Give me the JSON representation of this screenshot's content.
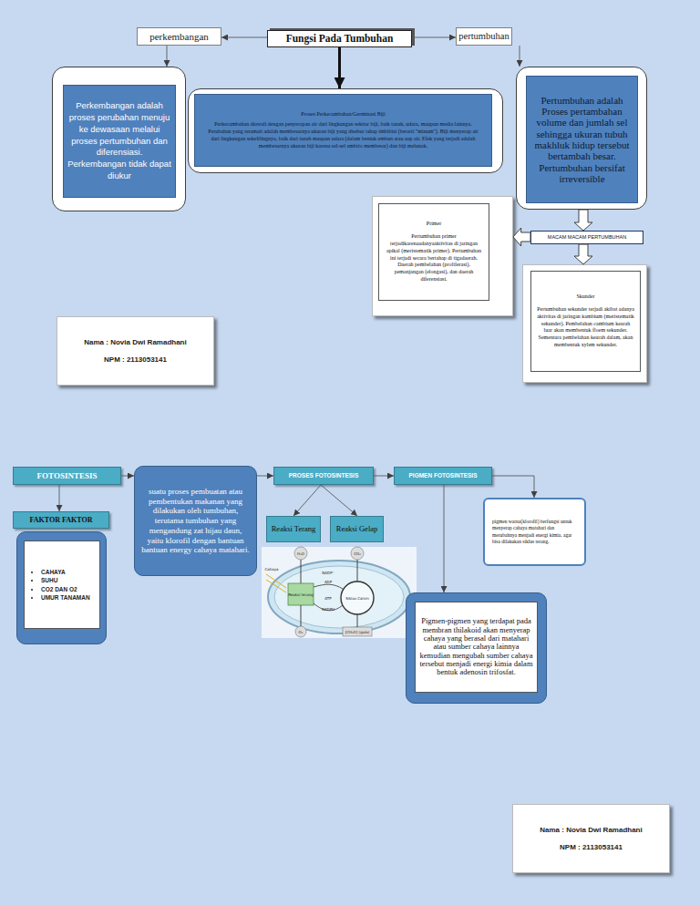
{
  "diagram": {
    "nodes": [
      {
        "text": [
          "perkembangan"
        ]
      },
      {
        "text": [
          "Fungsi Pada Tumbuhan"
        ]
      },
      {
        "text": [
          "pertumbuhan"
        ]
      },
      {
        "text": [
          "Perkembangan adalah proses perubahan menuju ke dewasaan melalui proses pertumbuhan dan diferensiasi. Perkembangan tidak dapat diukur"
        ]
      },
      {
        "text": [
          "Proses Perkecambahan/Germinasi Biji",
          "Perkecambahan diawali dengan penyerapan air dari lingkungan sekitar biji, baik tanah, udara, maupun media lainnya. Perubahan yang teramati adalah membesarnya ukuran biji yang disebut tahap imbibisi (berarti \"minum\"). Biji menyerap air dari lingkungan sekelilingnya, baik dari tanah maupun udara (dalam bentuk embun atau uap air. Efek yang terjadi adalah membesarnya ukuran biji karena sel-sel embrio membesar) dan biji melunak."
        ]
      },
      {
        "text": [
          "Pertumbuhan adalah Proses pertambahan volume dan jumlah sel sehingga ukuran tubuh makhluk hidup tersebut bertambah besar. Pertumbuhan bersifat irreversible"
        ]
      },
      {
        "text": [
          "Primer",
          "Pertumbuhan primer terjadikarenaadanyaaktivitas di jaringan apikal (meristematik primer). Pertumbuhan ini terjadi secara bertahap di tigadaerah. Daerah pembelahan (proliferasi), pemanjangan (elongasi), dan daerah diferensiasi."
        ]
      },
      {
        "text": [
          "MACAM MACAM PERTUMBUHAN"
        ]
      },
      {
        "text": [
          "Skunder",
          "Pertumbuhan sekunder terjadi akibat adanya aktivitas di jaringan kambium (meristematik sekunder). Pembelahan cambium kearah luar akan membentuk floem sekunder. Sementara pembelahan kearah dalam, akan membentuk xylem sekunder."
        ]
      },
      {
        "text": [
          "Nama : Novia Dwi Ramadhani",
          "NPM : 2113053141"
        ]
      },
      {
        "text": [
          "FOTOSINTESIS"
        ]
      },
      {
        "text": [
          "suatu proses pembuatan atau pembentukan makanan yang dilakukan oleh tumbuhan, terutama tumbuhan yang mengandung zat hijau daun, yaitu klorofil dengan bantuan bantuan energy cahaya matahari."
        ]
      },
      {
        "text": [
          "PROSES FOTOSINTESIS"
        ]
      },
      {
        "text": [
          "PIGMEN FOTOSINTESIS"
        ]
      },
      {
        "text": [
          "FAKTOR FAKTOR"
        ]
      },
      {
        "text": [
          "Reaksi Terang"
        ]
      },
      {
        "text": [
          "Reaksi Gelap"
        ]
      },
      {
        "text": [
          "pigmen warna(klorofil) berfungsi untuk menyerap cahaya matahari dan merubahnya menjadi energi kimia. agar bisa dilakukan siklus terang."
        ]
      },
      {
        "text": [
          "CAHAYA",
          "SUHU",
          "CO2 DAN O2",
          "UMUR TANAMAN"
        ]
      },
      {
        "text": [
          "Pigmen-pigmen yang terdapat pada membran thilakoid akan menyerap cahaya yang berasal dari matahari atau sumber cahaya lainnya kemudian mengubah sumber cahaya tersebut menjadi energi kimia dalam bentuk adenosin trifosfat."
        ]
      },
      {
        "text": [
          "Nama : Novia Dwi Ramadhani",
          "NPM : 2113053141"
        ]
      }
    ],
    "edges": [
      {
        "from": 1,
        "to": 0,
        "arrow": "to"
      },
      {
        "from": 1,
        "to": 2,
        "arrow": "to"
      },
      {
        "from": 1,
        "to": 4,
        "arrow": "to"
      },
      {
        "from": 0,
        "to": 3,
        "arrow": "to"
      },
      {
        "from": 2,
        "to": 5,
        "arrow": "to"
      },
      {
        "from": 5,
        "to": 7,
        "arrow": "to"
      },
      {
        "from": 7,
        "to": 6,
        "arrow": "to"
      },
      {
        "from": 7,
        "to": 8,
        "arrow": "to"
      },
      {
        "from": 10,
        "to": 11,
        "arrow": "to"
      },
      {
        "from": 11,
        "to": 12,
        "arrow": "to"
      },
      {
        "from": 12,
        "to": 13,
        "arrow": "to"
      },
      {
        "from": 12,
        "to": 15,
        "arrow": "to"
      },
      {
        "from": 12,
        "to": 16,
        "arrow": "to"
      },
      {
        "from": 10,
        "to": 14,
        "arrow": "to"
      },
      {
        "from": 13,
        "to": 17,
        "arrow": "to"
      },
      {
        "from": 13,
        "to": 19,
        "arrow": "to"
      }
    ],
    "labels": [
      "H₂O",
      "CO₂",
      "Cahaya",
      "NADP⁺",
      "ADP",
      "Reaksi terang",
      "ATP",
      "NADPH",
      "Siklus Calvin",
      "O₂",
      "[CH₂O] (gula)"
    ]
  }
}
